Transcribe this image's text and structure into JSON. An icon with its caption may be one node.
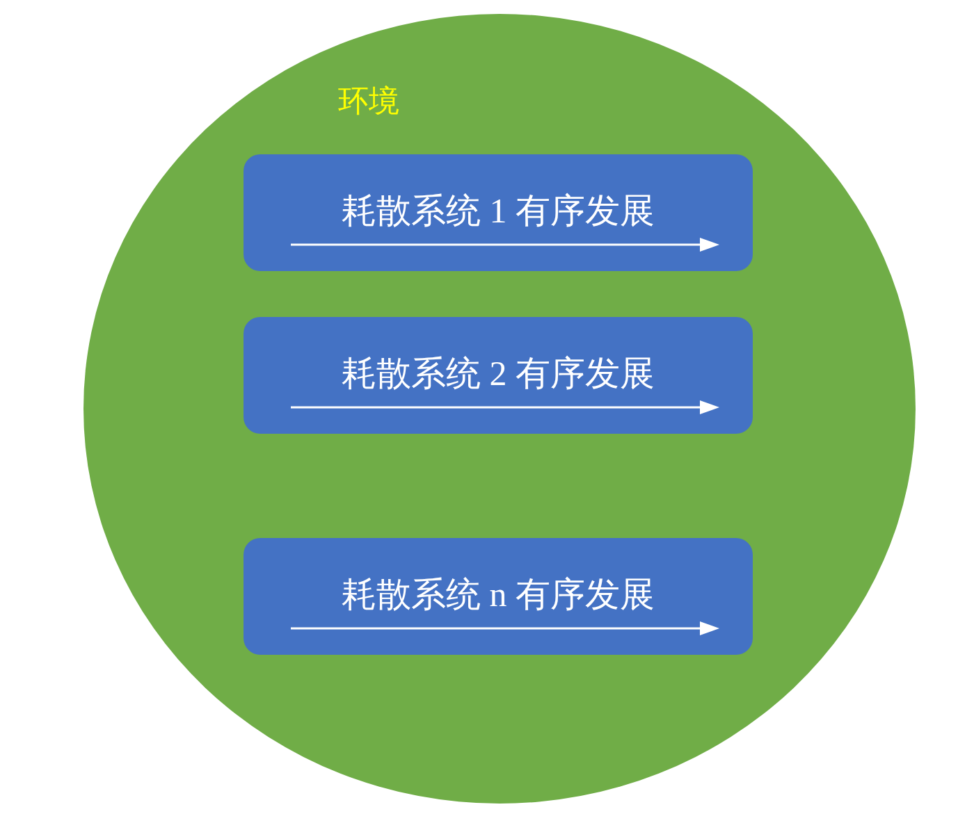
{
  "diagram": {
    "nodes": [
      {
        "text": [
          "环境"
        ]
      },
      {
        "text": [
          "耗散系统 1 有序发展"
        ],
        "in": 0
      },
      {
        "text": [
          "耗散系统 2 有序发展"
        ],
        "in": 0
      },
      {
        "text": [
          "耗散系统 n 有序发展"
        ],
        "in": 0
      }
    ]
  }
}
